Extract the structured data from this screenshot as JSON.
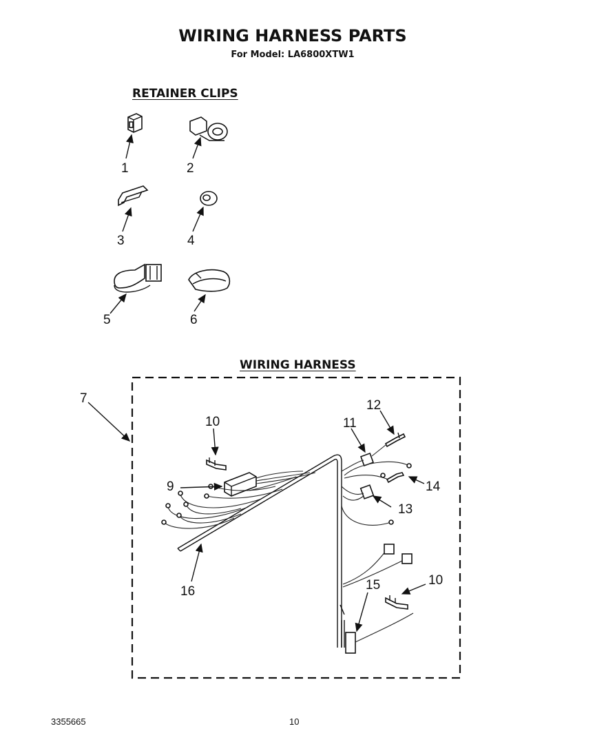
{
  "header": {
    "title": "WIRING HARNESS PARTS",
    "model": "For Model: LA6800XTW1"
  },
  "sections": {
    "retainer_clips": "RETAINER CLIPS",
    "wiring_harness": "WIRING HARNESS"
  },
  "callouts": {
    "c1": "1",
    "c2": "2",
    "c3": "3",
    "c4": "4",
    "c5": "5",
    "c6": "6",
    "c7": "7",
    "c9": "9",
    "c10a": "10",
    "c10b": "10",
    "c11": "11",
    "c12": "12",
    "c13": "13",
    "c14": "14",
    "c15": "15",
    "c16": "16"
  },
  "footer": {
    "doc_number": "3355665",
    "page_number": "10"
  }
}
